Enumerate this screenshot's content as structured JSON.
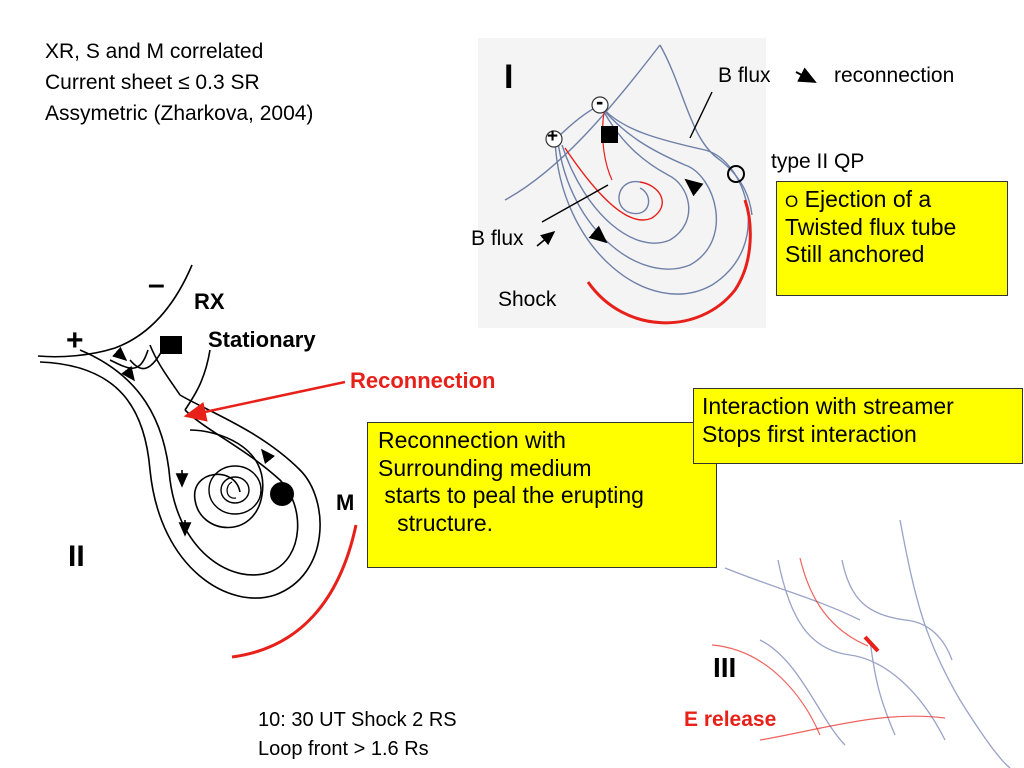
{
  "notes": {
    "line1": "XR, S and M correlated",
    "line2": "Current sheet ≤ 0.3 SR",
    "line3": "Assymetric (Zharkova, 2004)"
  },
  "panel1": {
    "numeral": "I",
    "bflux_top": "B flux",
    "reconnection": "reconnection",
    "typeii": "type II  QP",
    "bflux_left": "B flux",
    "shock": "Shock",
    "plus": "+",
    "minus": "-",
    "box": {
      "marker": "O",
      "line1": "Ejection of a",
      "line2": "Twisted flux tube",
      "line3": "Still anchored"
    }
  },
  "panel2": {
    "numeral": "II",
    "minus": "–",
    "plus": "+",
    "rx": "RX",
    "stationary": "Stationary",
    "reconnection": "Reconnection",
    "m": "M"
  },
  "box_medium": {
    "line1": "Reconnection with",
    "line2": "Surrounding medium",
    "line3": " starts to peal the erupting",
    "line4": "   structure."
  },
  "box_streamer": {
    "line1": "Interaction with streamer",
    "line2": "Stops first interaction"
  },
  "panel3": {
    "numeral": "III",
    "erelease": "E release"
  },
  "footer": {
    "line1": "10: 30 UT Shock 2 RS",
    "line2": "Loop front  > 1.6 Rs"
  },
  "colors": {
    "shock_red": "#e8201a",
    "field_blue": "#6e7fa8",
    "box_yellow": "#ffff00"
  }
}
